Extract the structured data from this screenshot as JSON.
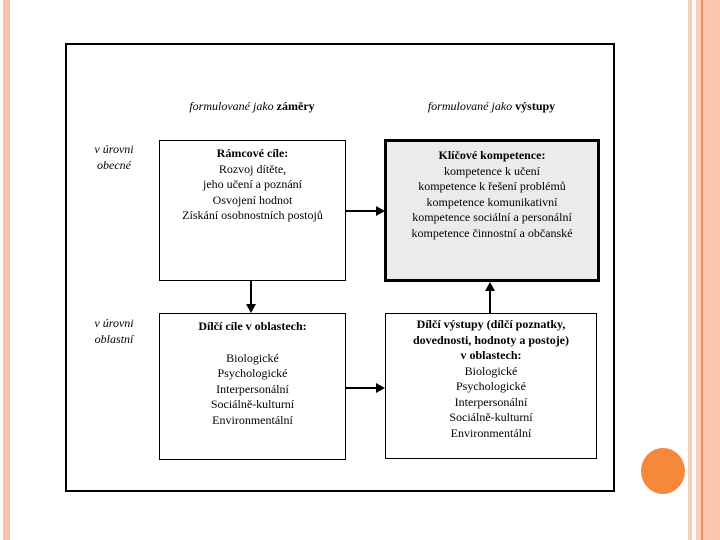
{
  "slide": {
    "background_color": "#FFFFFF",
    "accent_colors": {
      "left_stripe": "#F6C2AA",
      "right_stripes": [
        "#F8CDB8",
        "#F9CDB8",
        "#E68E5E",
        "#FAC4AE"
      ],
      "circle": "#F5883A",
      "highlight_box_fill": "#EBEBEB",
      "line_color": "#000000"
    }
  },
  "headers": {
    "left": {
      "prefix": "formulované jako ",
      "bold": "záměry"
    },
    "right": {
      "prefix": "formulované jako ",
      "bold": "výstupy"
    }
  },
  "row_labels": {
    "top": [
      "v úrovni",
      "obecné"
    ],
    "bottom": [
      "v úrovni",
      "oblastní"
    ]
  },
  "boxes": {
    "ramcove": {
      "title": "Rámcové cíle:",
      "lines": [
        "Rozvoj dítěte,",
        "jeho učení a poznání",
        "Osvojení hodnot",
        "Získání osobnostních postojů"
      ]
    },
    "klicove": {
      "title": "Klíčové kompetence:",
      "lines": [
        "kompetence k učení",
        "kompetence k řešení problémů",
        "kompetence komunikativní",
        "kompetence sociální a personální",
        "kompetence činnostní a občanské"
      ]
    },
    "dilci_cile": {
      "title": "Dílčí cíle v oblastech:",
      "lines": [
        "Biologické",
        "Psychologické",
        "Interpersonální",
        "Sociálně-kulturní",
        "Environmentální"
      ]
    },
    "dilci_vystupy": {
      "title_lines": [
        "Dílčí výstupy (dílčí poznatky,",
        "dovednosti, hodnoty a postoje)",
        "v oblastech:"
      ],
      "lines": [
        "Biologické",
        "Psychologické",
        "Interpersonální",
        "Sociálně-kulturní",
        "Environmentální"
      ]
    }
  }
}
